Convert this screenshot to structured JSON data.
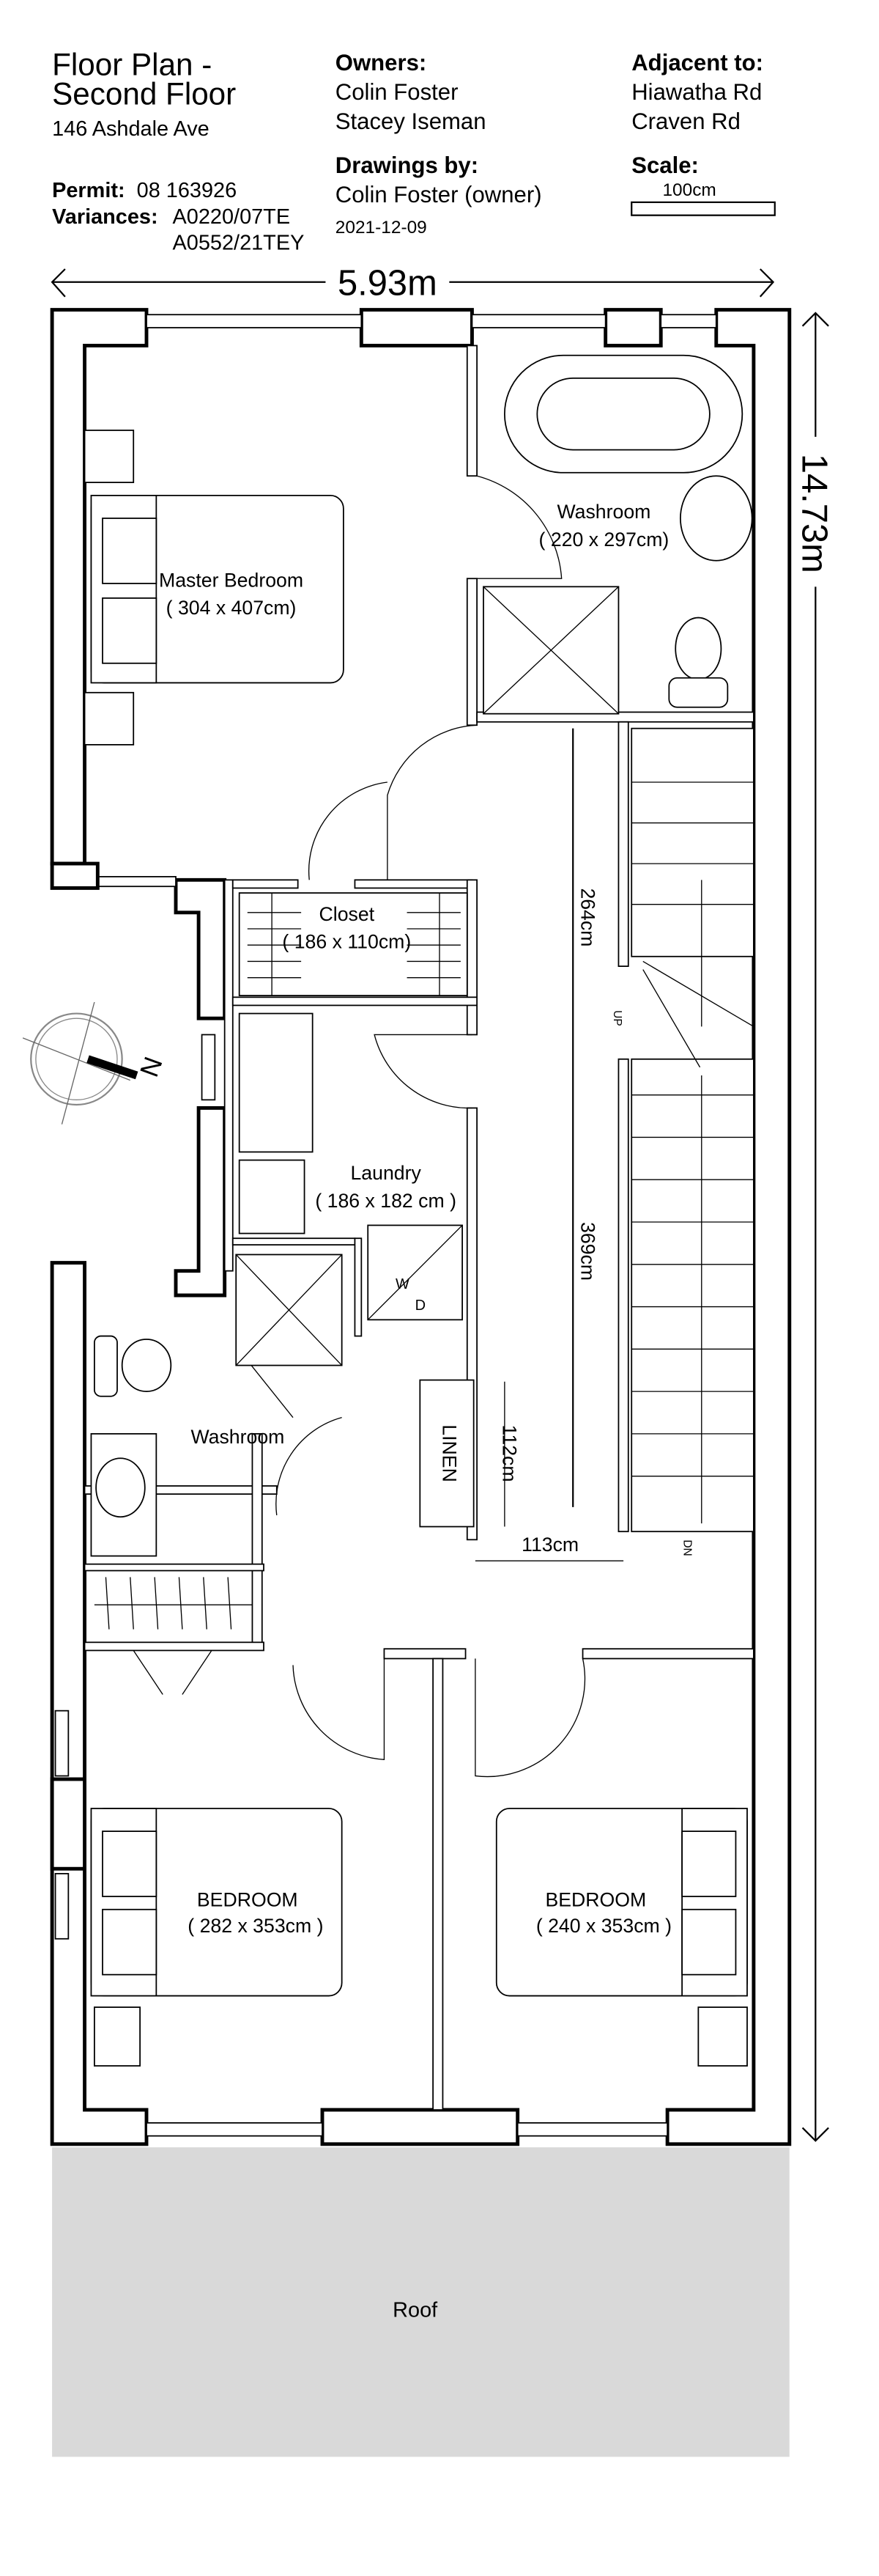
{
  "header": {
    "title_line1": "Floor Plan -",
    "title_line2": "Second Floor",
    "address": "146 Ashdale Ave",
    "permit_label": "Permit:",
    "permit_value": "08 163926",
    "variances_label": "Variances:",
    "variance_1": "A0220/07TE",
    "variance_2": "A0552/21TEY",
    "owners_label": "Owners:",
    "owner_1": "Colin Foster",
    "owner_2": "Stacey Iseman",
    "drawings_label": "Drawings by:",
    "drawings_by": "Colin Foster (owner)",
    "date": "2021-12-09",
    "adjacent_label": "Adjacent to:",
    "adjacent_1": "Hiawatha Rd",
    "adjacent_2": "Craven Rd",
    "scale_label": "Scale:",
    "scale_value": "100cm"
  },
  "dimensions": {
    "width": "5.93m",
    "length": "14.73m",
    "hall_upper": "264cm",
    "hall_lower": "369cm",
    "linen_depth": "112cm",
    "hall_width": "113cm"
  },
  "rooms": {
    "master": {
      "name": "Master Bedroom",
      "size": "( 304 x 407cm)"
    },
    "washroom_main": {
      "name": "Washroom",
      "size": "( 220 x 297cm)"
    },
    "closet": {
      "name": "Closet",
      "size": "( 186 x 110cm)"
    },
    "laundry": {
      "name": "Laundry",
      "size": "( 186 x 182 cm )"
    },
    "washer_dryer_w": "W",
    "washer_dryer_d": "D",
    "washroom_2": {
      "name": "Washroom"
    },
    "linen": "LINEN",
    "bedroom_left": {
      "name": "BEDROOM",
      "size": "( 282 x 353cm )"
    },
    "bedroom_right": {
      "name": "BEDROOM",
      "size": "( 240 x 353cm )"
    },
    "stairs_up": "UP",
    "stairs_down": "DN",
    "roof": "Roof"
  },
  "compass": {
    "north_label": "N"
  },
  "colors": {
    "roof": "#d9d9d9",
    "line": "#000000"
  }
}
